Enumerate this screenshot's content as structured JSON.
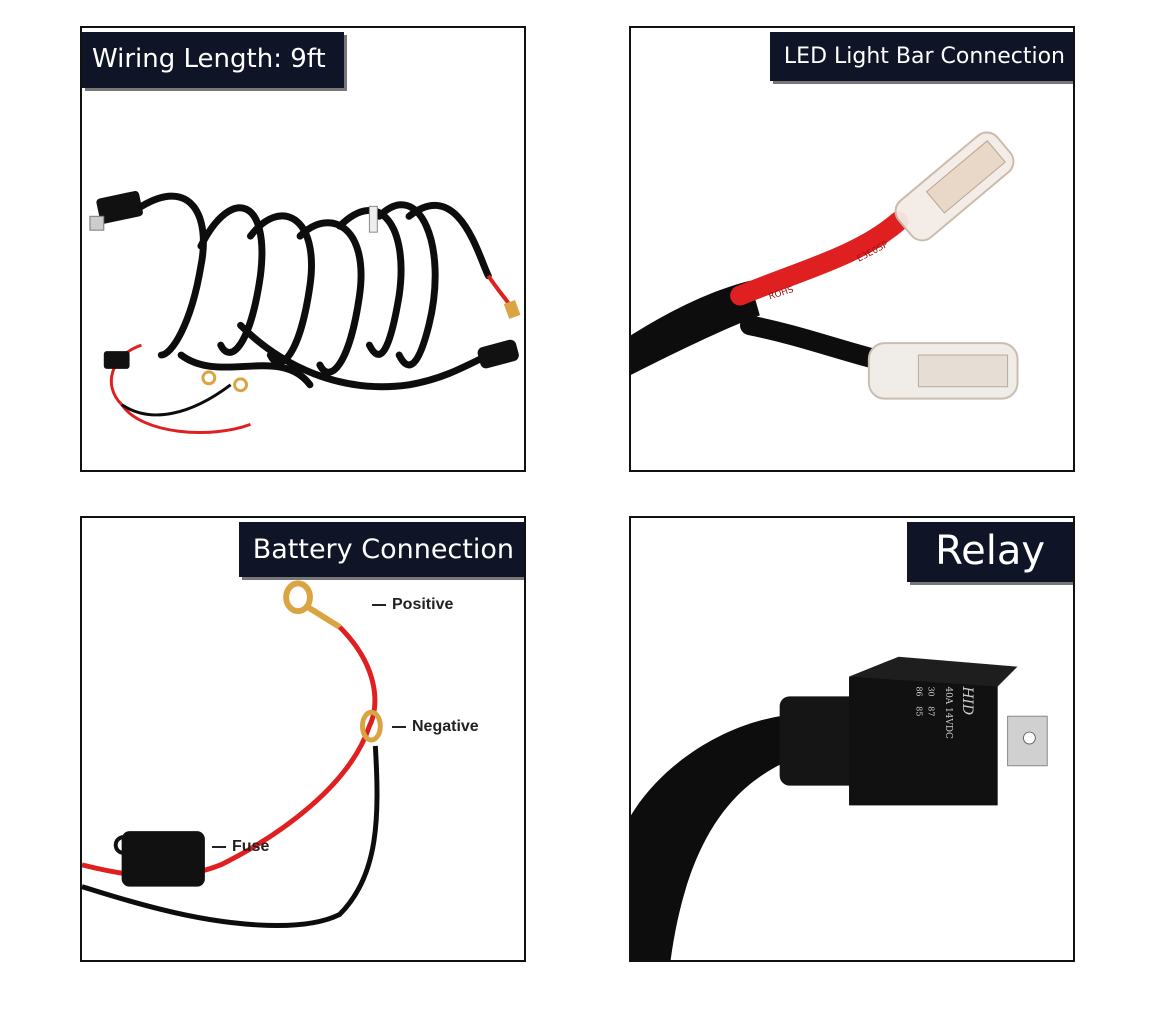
{
  "panels": {
    "wiring": {
      "title": "Wiring Length: 9ft"
    },
    "led": {
      "title": "LED Light Bar Connection",
      "wire_print_1": "ROHS",
      "wire_print_2": "E3E0SP"
    },
    "battery": {
      "title": "Battery Connection",
      "labels": {
        "positive": "Positive",
        "negative": "Negative",
        "fuse": "Fuse"
      }
    },
    "relay": {
      "title": "Relay",
      "relay_text": {
        "brand": "HID",
        "rating": "40A 14VDC",
        "pin30": "30",
        "pin86": "86",
        "pin87": "87",
        "pin85": "85"
      }
    }
  },
  "colors": {
    "banner": "#0f1426",
    "wire_red": "#e02020",
    "wire_black": "#0d0d0d",
    "terminal_brass": "#d9a441",
    "border": "#111111"
  }
}
